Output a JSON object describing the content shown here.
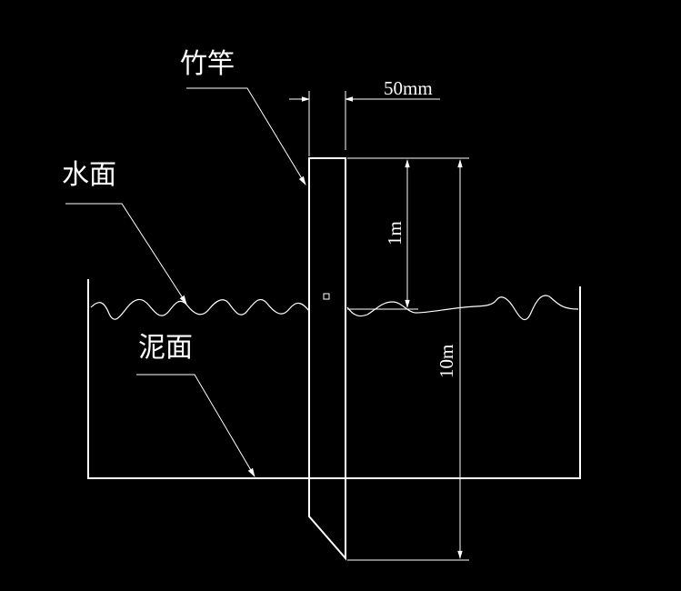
{
  "labels": {
    "pole": "竹竿",
    "water_surface": "水面",
    "mud_surface": "泥面",
    "pole_width": "50mm",
    "water_depth_above": "1m",
    "pole_length": "10m"
  },
  "colors": {
    "background": "#000000",
    "stroke": "#ffffff"
  }
}
